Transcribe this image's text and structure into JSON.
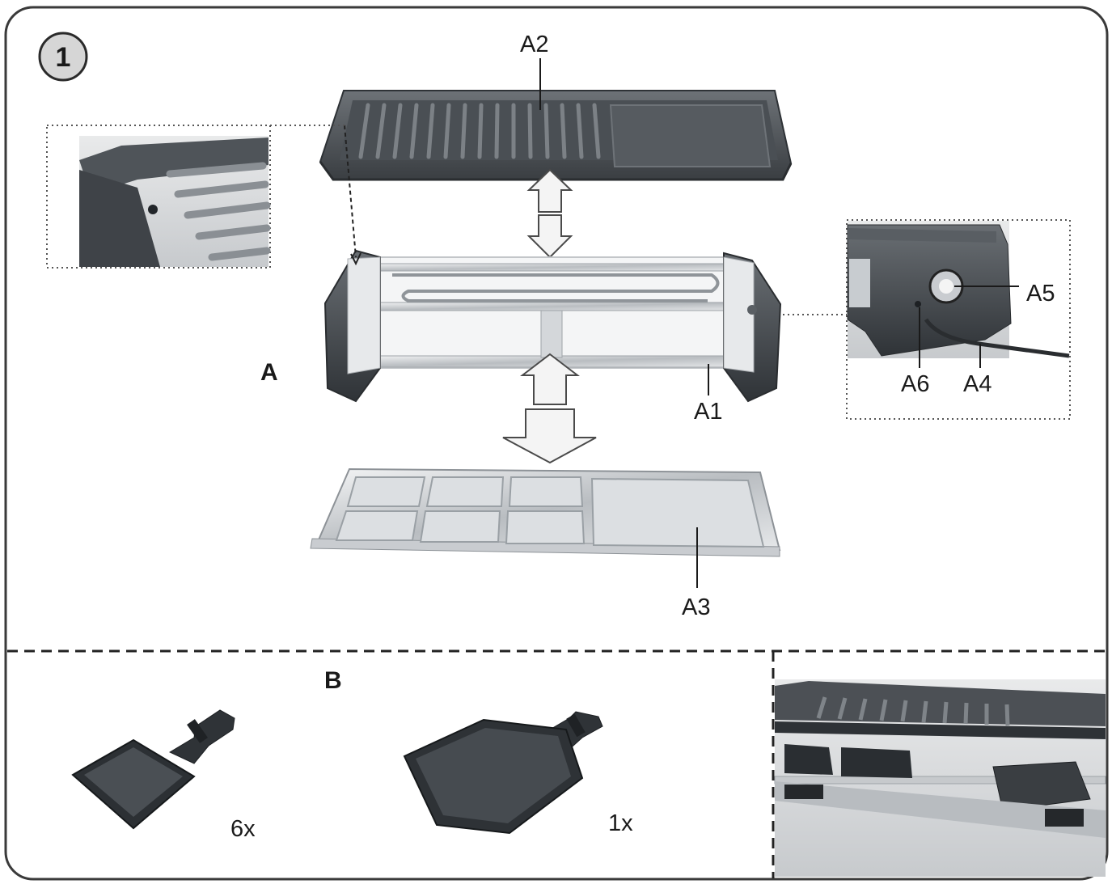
{
  "figure": {
    "step_number": "1",
    "section_a_label": "A",
    "section_b_label": "B"
  },
  "parts": {
    "a1": "A1",
    "a2": "A2",
    "a3": "A3",
    "a4": "A4",
    "a5": "A5",
    "a6": "A6"
  },
  "accessories": {
    "small_pan_count": "6x",
    "large_pan_count": "1x"
  },
  "colors": {
    "line": "#1a1a1a",
    "pan_dark": "#3f4347",
    "pan_mid": "#5c6166",
    "steel_light": "#d9dcdf",
    "steel_mid": "#a7acb0",
    "badge_fill": "#d6d6d6",
    "arrow_fill": "#f2f2f2"
  }
}
